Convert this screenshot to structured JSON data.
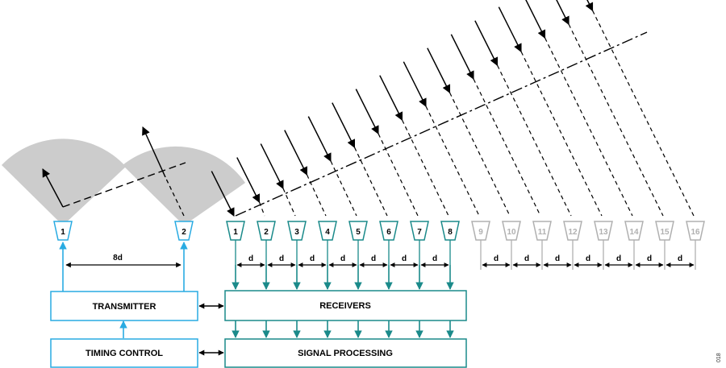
{
  "transmit_antennas": [
    "1",
    "2"
  ],
  "receive_antennas": [
    "1",
    "2",
    "3",
    "4",
    "5",
    "6",
    "7",
    "8"
  ],
  "virtual_antennas": [
    "9",
    "10",
    "11",
    "12",
    "13",
    "14",
    "15",
    "16"
  ],
  "tx_spacing_label": "8d",
  "rx_spacing_label": "d",
  "blocks": {
    "transmitter": "TRANSMITTER",
    "receivers": "RECEIVERS",
    "timing_control": "TIMING CONTROL",
    "signal_processing": "SIGNAL PROCESSING"
  },
  "figure_number": "018",
  "colors": {
    "tx": "#29abe2",
    "rx": "#1a8a8a",
    "virtual": "#b0b0b0",
    "beam_fill": "#cccccc",
    "line": "#000000"
  }
}
